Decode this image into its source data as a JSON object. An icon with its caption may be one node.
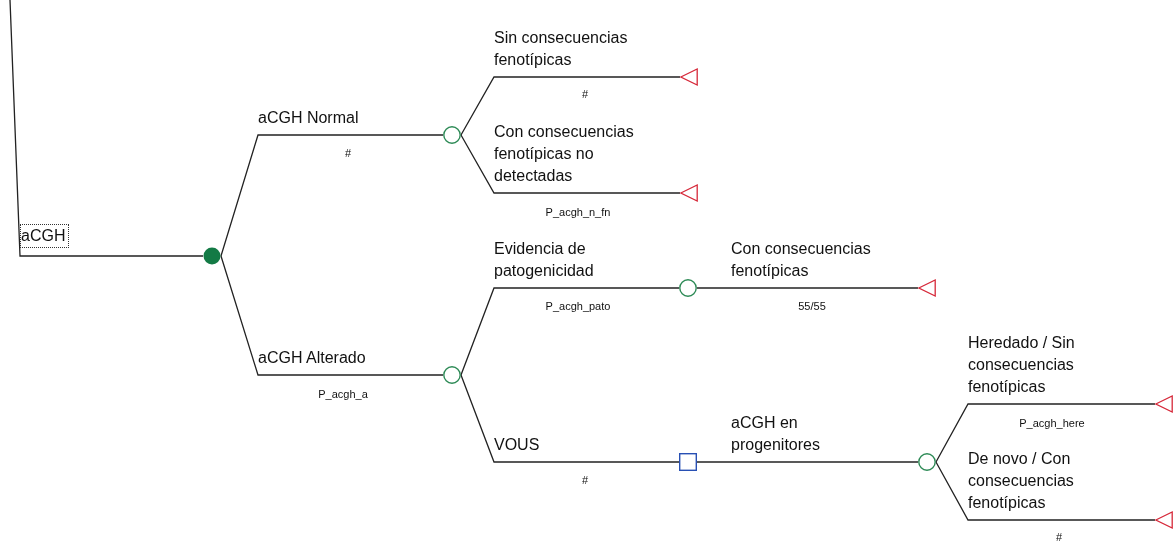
{
  "diagram": {
    "nodes": [
      {
        "text": [],
        "shape": "circle"
      },
      {
        "text": [],
        "shape": "circle"
      },
      {
        "text": [],
        "shape": "circle"
      },
      {
        "text": [],
        "shape": "triangle"
      },
      {
        "text": [],
        "shape": "triangle"
      },
      {
        "text": [],
        "shape": "circle"
      },
      {
        "text": [],
        "shape": "box"
      },
      {
        "text": [],
        "shape": "triangle"
      },
      {
        "text": [],
        "shape": "circle"
      },
      {
        "text": [],
        "shape": "triangle"
      },
      {
        "text": [],
        "shape": "triangle"
      }
    ],
    "edges": [
      {
        "from": null,
        "to": 0,
        "arrow": "none",
        "label": "aCGH"
      },
      {
        "from": 0,
        "to": 1,
        "arrow": "none",
        "label": "aCGH Normal"
      },
      {
        "from": 0,
        "to": 2,
        "arrow": "none",
        "label": "aCGH Alterado"
      },
      {
        "from": 1,
        "to": 3,
        "arrow": "none",
        "label": "Sin consecuencias fenotípicas"
      },
      {
        "from": 1,
        "to": 4,
        "arrow": "none",
        "label": "Con consecuencias fenotípicas no detectadas"
      },
      {
        "from": 2,
        "to": 5,
        "arrow": "none",
        "label": "Evidencia de patogenicidad"
      },
      {
        "from": 2,
        "to": 6,
        "arrow": "none",
        "label": "VOUS"
      },
      {
        "from": 5,
        "to": 7,
        "arrow": "none",
        "label": "Con consecuencias fenotípicas"
      },
      {
        "from": 6,
        "to": 8,
        "arrow": "none",
        "label": "aCGH en progenitores"
      },
      {
        "from": 8,
        "to": 9,
        "arrow": "none",
        "label": "Heredado / Sin consecuencias fenotípicas"
      },
      {
        "from": 8,
        "to": 10,
        "arrow": "none",
        "label": "De novo / Con consecuencias fenotípicas"
      }
    ],
    "labels": [
      "#",
      "#",
      "P_acgh_n_fn",
      "P_acgh_pato",
      "55/55",
      "P_acgh_a",
      "P_acgh_here",
      "#",
      "#"
    ]
  }
}
